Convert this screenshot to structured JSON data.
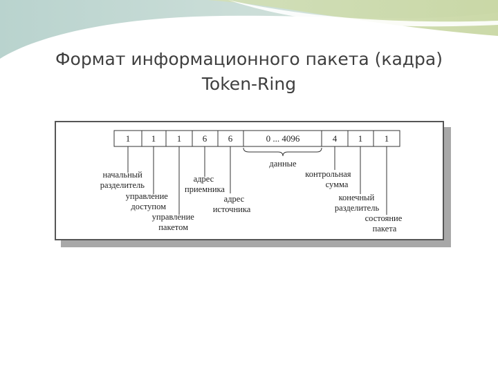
{
  "slide": {
    "title_line1": "Формат информационного пакета (кадра)",
    "title_line2": "Token-Ring"
  },
  "diagram": {
    "fields": [
      "1",
      "1",
      "1",
      "6",
      "6",
      "0 ... 4096",
      "4",
      "1",
      "1"
    ],
    "labels": {
      "start_delimiter": [
        "начальный",
        "разделитель"
      ],
      "access_control": [
        "управление",
        "доступом"
      ],
      "frame_control": [
        "управление",
        "пакетом"
      ],
      "destination_address": [
        "адрес",
        "приемника"
      ],
      "source_address": [
        "адрес",
        "источника"
      ],
      "data": [
        "данные"
      ],
      "checksum": [
        "контрольная",
        "сумма"
      ],
      "end_delimiter": [
        "конечный",
        "разделитель"
      ],
      "frame_status": [
        "состояние",
        "пакета"
      ]
    },
    "colors": {
      "title": "#3f3f3f",
      "frame_border": "#555555",
      "frame_shadow": "#a8a8a8",
      "bg_wave_teal": "#a9cec8",
      "bg_wave_green": "#c9d8a6"
    }
  }
}
